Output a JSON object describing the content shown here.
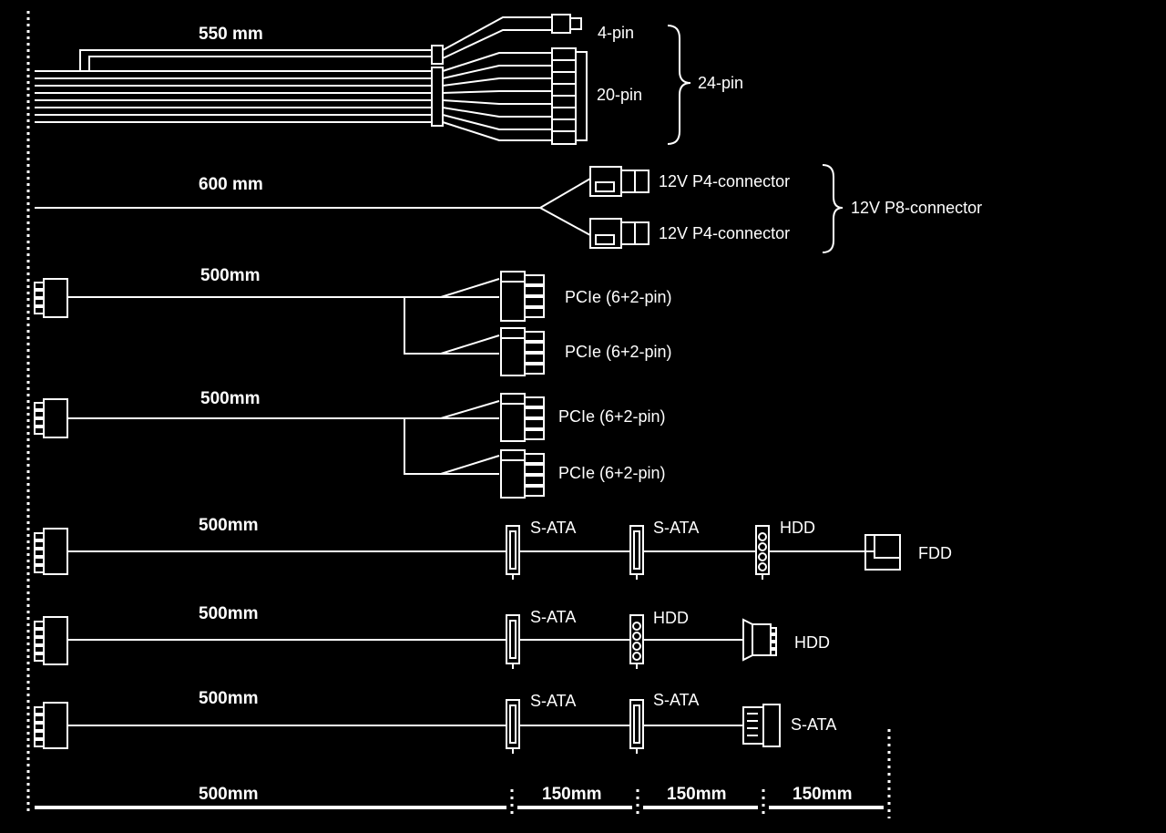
{
  "colors": {
    "background": "#000000",
    "line": "#ffffff"
  },
  "cables": {
    "atx": {
      "length": "550 mm",
      "label_4pin": "4-pin",
      "label_20pin": "20-pin",
      "label_24pin": "24-pin"
    },
    "eps": {
      "length": "600 mm",
      "label_p4_top": "12V P4-connector",
      "label_p4_bottom": "12V P4-connector",
      "label_p8": "12V P8-connector"
    },
    "pcie1": {
      "length": "500mm",
      "label_a": "PCIe (6+2-pin)",
      "label_b": "PCIe (6+2-pin)"
    },
    "pcie2": {
      "length": "500mm",
      "label_a": "PCIe (6+2-pin)",
      "label_b": "PCIe (6+2-pin)"
    },
    "periph1": {
      "length": "500mm",
      "label_1": "S-ATA",
      "label_2": "S-ATA",
      "label_3": "HDD",
      "label_end": "FDD"
    },
    "periph2": {
      "length": "500mm",
      "label_1": "S-ATA",
      "label_2": "HDD",
      "label_end": "HDD"
    },
    "periph3": {
      "length": "500mm",
      "label_1": "S-ATA",
      "label_2": "S-ATA",
      "label_end": "S-ATA"
    }
  },
  "scale": {
    "seg_1": "500mm",
    "seg_2": "150mm",
    "seg_3": "150mm",
    "seg_4": "150mm"
  }
}
